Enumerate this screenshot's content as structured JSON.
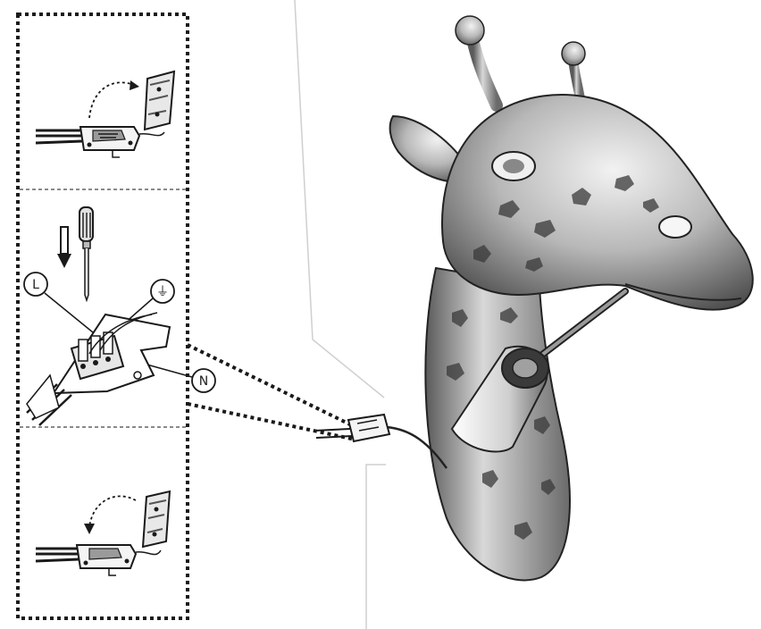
{
  "figure": {
    "kind": "installation-diagram",
    "subject": "giraffe-head-wall-lamp",
    "steps": [
      {
        "id": "open-cover",
        "motion": "rotate-up"
      },
      {
        "id": "connect-wires",
        "tool": "screwdriver-icon"
      },
      {
        "id": "close-cover",
        "motion": "rotate-down"
      }
    ],
    "terminal_symbols": {
      "live": "L",
      "earth": "⏚",
      "neutral": "N"
    },
    "colors": {
      "line": "#1a1a1a",
      "metal_light": "#d9d9d9",
      "metal_dark": "#555555",
      "paper": "#ffffff"
    }
  }
}
